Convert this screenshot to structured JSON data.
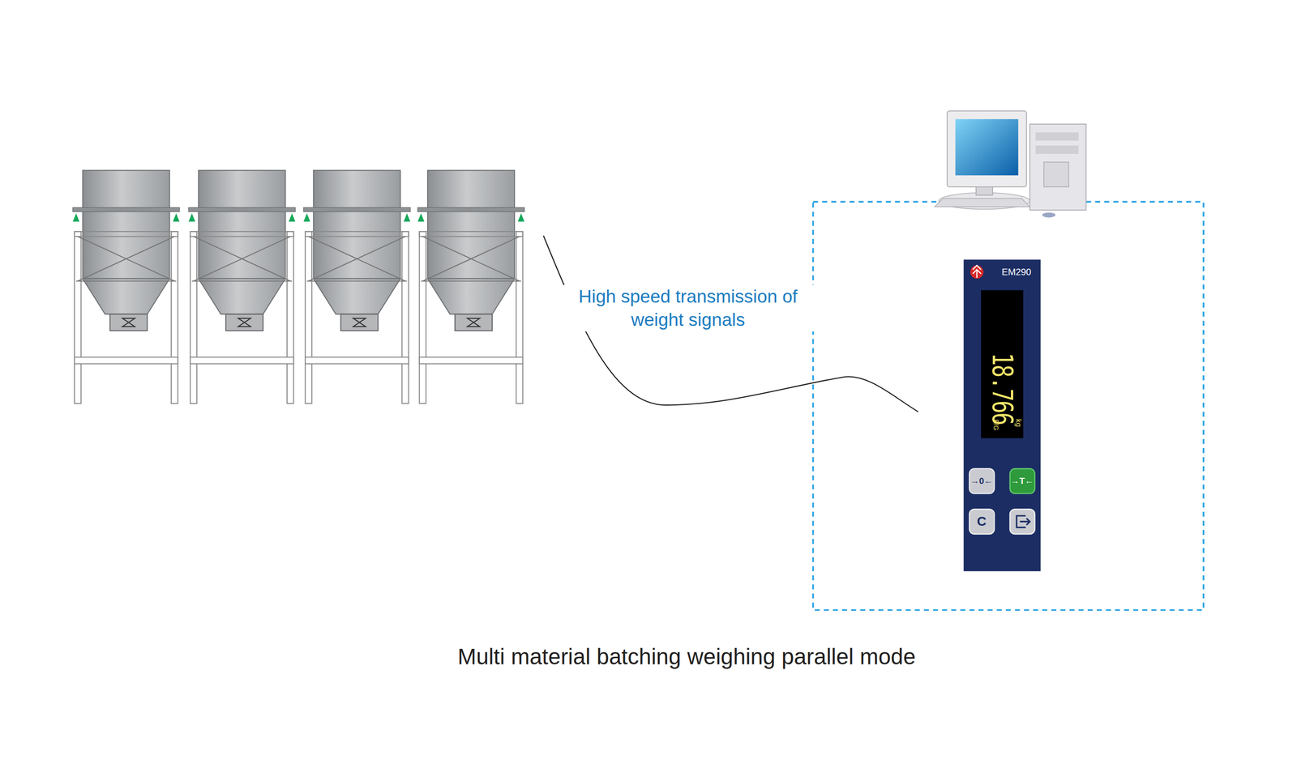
{
  "diagram": {
    "caption": "Multi material batching weighing parallel mode",
    "nodes": [
      {
        "text": [
          "EM290",
          "18.766",
          "kg",
          "B/G"
        ]
      }
    ],
    "labels": [
      "High speed transmission of weight signals",
      "→0←",
      "→T←",
      "C"
    ]
  }
}
